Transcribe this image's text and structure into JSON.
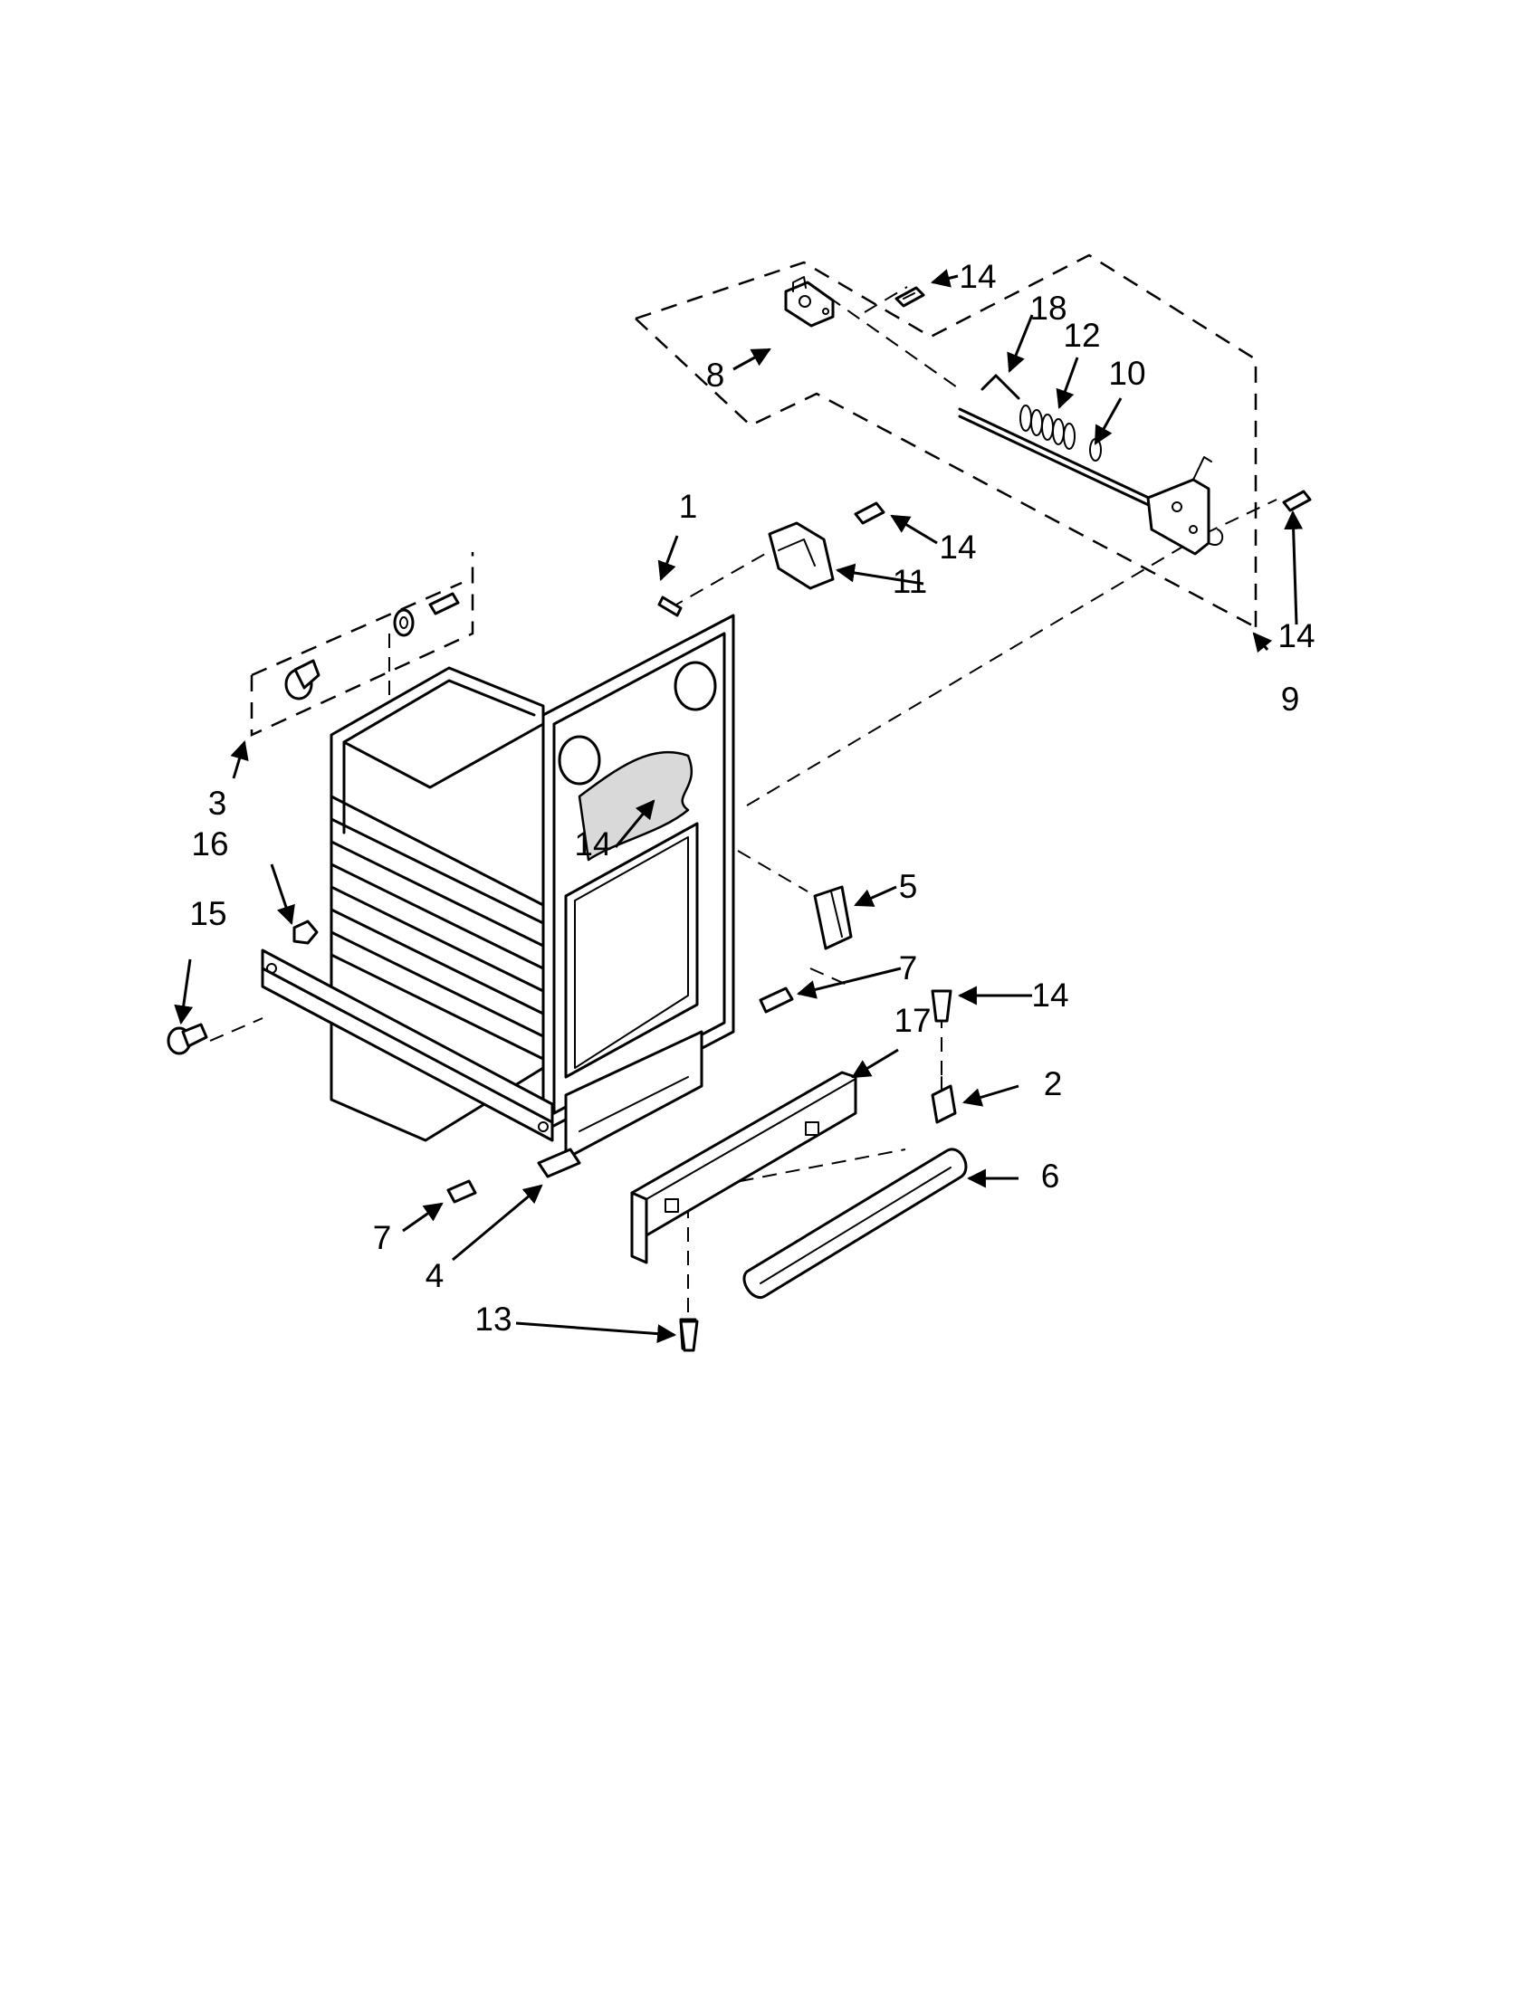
{
  "callouts": [
    {
      "id": "c1",
      "label": "1"
    },
    {
      "id": "c2",
      "label": "2"
    },
    {
      "id": "c3",
      "label": "3"
    },
    {
      "id": "c4",
      "label": "4"
    },
    {
      "id": "c5",
      "label": "5"
    },
    {
      "id": "c6",
      "label": "6"
    },
    {
      "id": "c7a",
      "label": "7"
    },
    {
      "id": "c7b",
      "label": "7"
    },
    {
      "id": "c8",
      "label": "8"
    },
    {
      "id": "c9",
      "label": "9"
    },
    {
      "id": "c10",
      "label": "10"
    },
    {
      "id": "c11",
      "label": "11"
    },
    {
      "id": "c12",
      "label": "12"
    },
    {
      "id": "c13",
      "label": "13"
    },
    {
      "id": "c14a",
      "label": "14"
    },
    {
      "id": "c14b",
      "label": "14"
    },
    {
      "id": "c14c",
      "label": "14"
    },
    {
      "id": "c14d",
      "label": "14"
    },
    {
      "id": "c14e",
      "label": "14"
    },
    {
      "id": "c15",
      "label": "15"
    },
    {
      "id": "c16",
      "label": "16"
    },
    {
      "id": "c17",
      "label": "17"
    },
    {
      "id": "c18",
      "label": "18"
    }
  ]
}
